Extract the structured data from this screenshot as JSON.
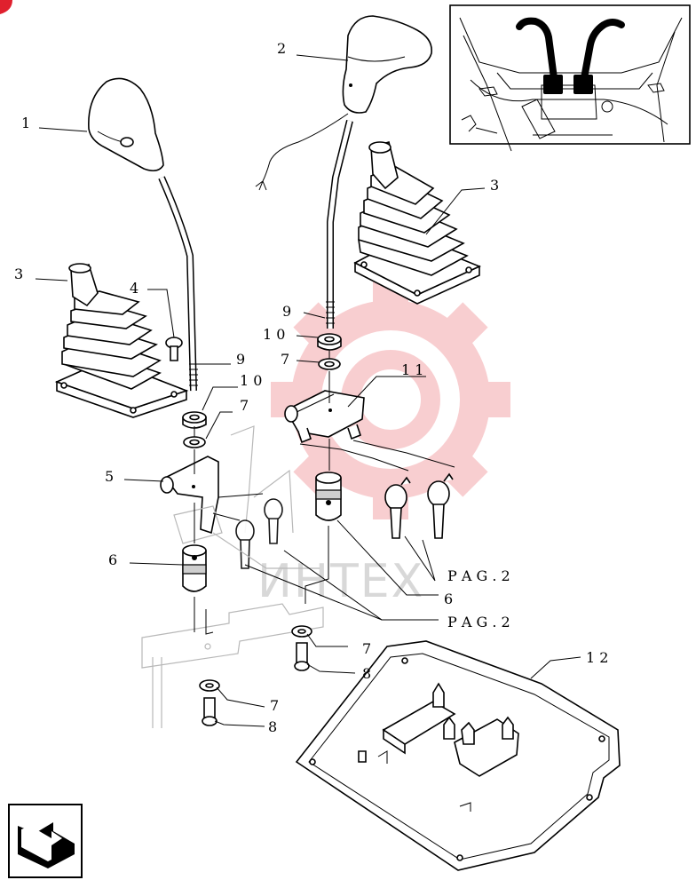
{
  "callouts": {
    "c1": "1",
    "c2": "2",
    "c3a": "3",
    "c3b": "3",
    "c4": "4",
    "c5": "5",
    "c6a": "6",
    "c6b": "6",
    "c7a": "7",
    "c7b": "7",
    "c7c": "7",
    "c7d": "7",
    "c8a": "8",
    "c8b": "8",
    "c9a": "9",
    "c9b": "9",
    "c10a": "1 0",
    "c10b": "1 0",
    "c11": "1 1",
    "c12": "1 2"
  },
  "page_refs": {
    "ref1": "P A G .   2",
    "ref2": "P A G .   2"
  },
  "watermark": {
    "text": "ИНТЕХ",
    "color": "#f05050"
  },
  "icons": {
    "nav": "return-arrow-icon",
    "corner": "corner-marker-icon"
  }
}
